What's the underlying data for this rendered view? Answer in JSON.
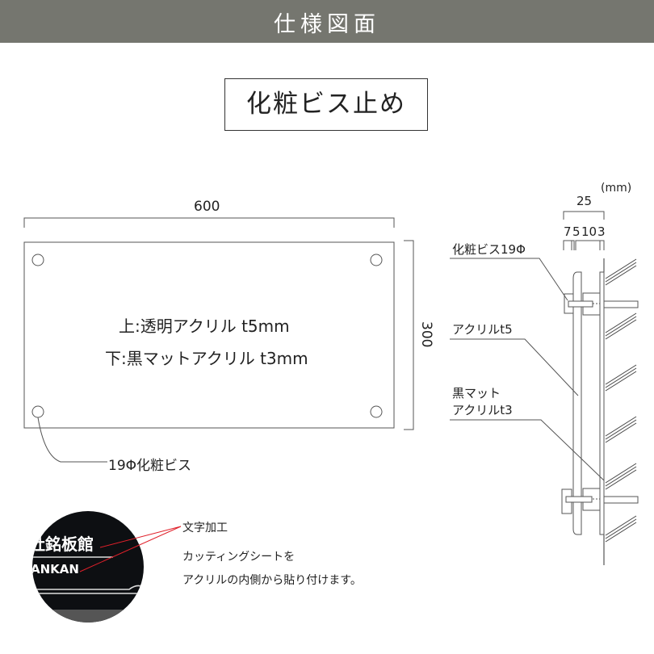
{
  "header": {
    "title": "仕様図面"
  },
  "mount_type": "化粧ビス止め",
  "front_view": {
    "width_label": "600",
    "height_label": "300",
    "line_top": "上:透明アクリル t5mm",
    "line_bottom": "下:黒マットアクリル t3mm",
    "screw_label": "19Φ化粧ビス"
  },
  "side_view": {
    "unit": "(mm)",
    "total": "25",
    "segments": [
      "7",
      "5",
      "10",
      "3"
    ],
    "labels": {
      "screw": "化粧ビス19Φ",
      "acrylic": "アクリルt5",
      "black_line1": "黒マット",
      "black_line2": "アクリルt3"
    }
  },
  "detail": {
    "photo_text_line1": "社銘板館",
    "photo_text_line2": "ANKAN",
    "callout": "文字加工",
    "desc_line1": "カッティングシートを",
    "desc_line2": "アクリルの内側から貼り付けます。",
    "callout_color": "#e0202a"
  },
  "colors": {
    "header_bg": "#75766f"
  }
}
